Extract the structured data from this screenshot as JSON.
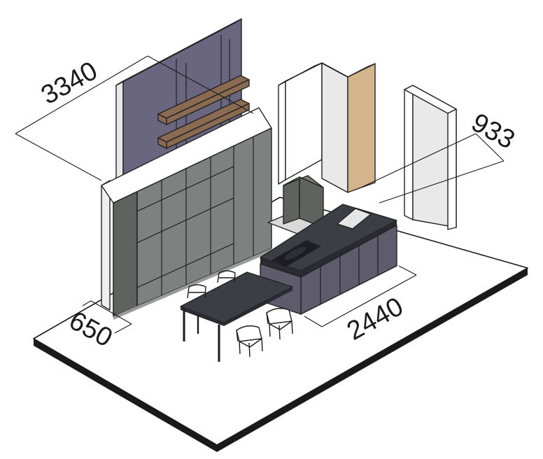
{
  "dimensions": {
    "room_length": "3340",
    "tall_unit_depth": "650",
    "island_length": "2440",
    "island_width": "933"
  },
  "colors": {
    "feature_wall": "#6a6680",
    "feature_wall_dark": "#57536b",
    "shelf_wood": "#8a6a50",
    "cabinet_glass": "#7e817f",
    "cabinet_dark": "#5f625f",
    "island_body": "#5e5b6c",
    "countertop": "#3d3d45",
    "wood_panel": "#d4b48c",
    "wall_light": "#e9e9e9",
    "floor": "#ffffff",
    "line": "#1a1a1a"
  }
}
